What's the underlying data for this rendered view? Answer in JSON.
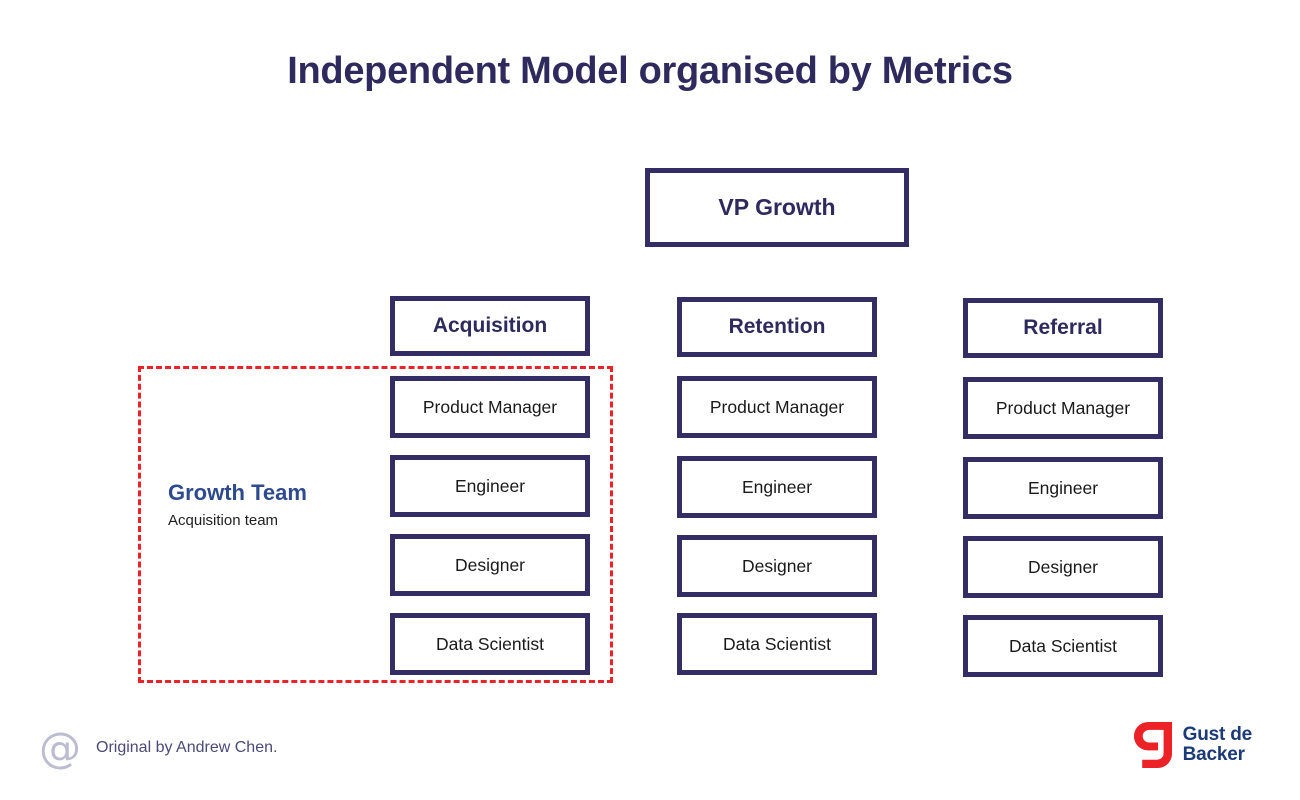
{
  "slide": {
    "title": "Independent Model organised by Metrics",
    "background": "#ffffff",
    "navy": "#332d63",
    "title_color": "#2e2a5e",
    "highlight_color": "#e8242a"
  },
  "org": {
    "top": {
      "label": "VP Growth"
    },
    "columns": [
      {
        "header": "Acquisition",
        "roles": [
          "Product Manager",
          "Engineer",
          "Designer",
          "Data Scientist"
        ]
      },
      {
        "header": "Retention",
        "roles": [
          "Product Manager",
          "Engineer",
          "Designer",
          "Data Scientist"
        ]
      },
      {
        "header": "Referral",
        "roles": [
          "Product Manager",
          "Engineer",
          "Designer",
          "Data Scientist"
        ]
      }
    ]
  },
  "highlight": {
    "team_title": "Growth Team",
    "team_subtitle": "Acquisition team"
  },
  "footer": {
    "at_icon": "@",
    "credit": "Original by Andrew Chen.",
    "logo_line1": "Gust de",
    "logo_line2": "Backer",
    "logo_mark": "g-mark-icon",
    "logo_mark_color": "#ec2227",
    "logo_text_color": "#1b3a77"
  }
}
